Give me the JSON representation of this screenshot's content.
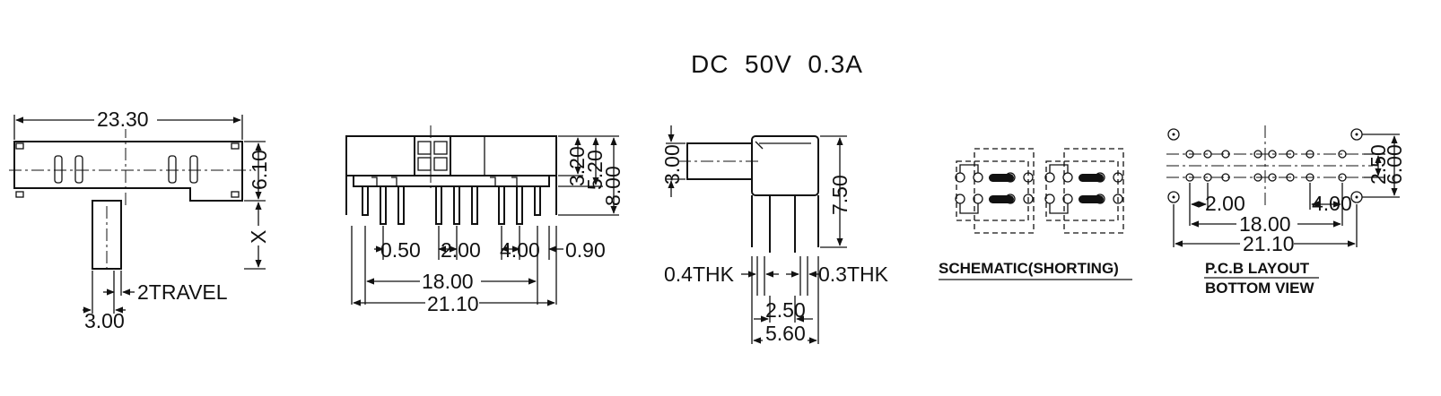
{
  "title": "DC  50V  0.3A",
  "view1": {
    "width": "23.30",
    "height": "6.10",
    "x": "X",
    "travel": "2TRAVEL",
    "actuator": "3.00"
  },
  "view2": {
    "pitch1": "0.50",
    "pitch2": "2.00",
    "pitch3": "4.00",
    "pitch4": "0.90",
    "span": "18.00",
    "overall": "21.10",
    "h1": "3.20",
    "h2": "5.20",
    "h3": "8.00"
  },
  "view3": {
    "actuator_h": "3.00",
    "body_h": "7.50",
    "thk_left": "0.4THK",
    "thk_right": "0.3THK",
    "pin_span": "2.50",
    "body_w": "5.60"
  },
  "view4": {
    "caption": "SCHEMATIC(SHORTING)"
  },
  "view5": {
    "caption1": "P.C.B LAYOUT",
    "caption2": "BOTTOM VIEW",
    "pitch_a": "2.00",
    "pitch_b": "4.00",
    "span": "18.00",
    "overall": "21.10",
    "h1": "2.50",
    "h2": "6.00"
  },
  "icons": [
    "arrow-icon",
    "pin-icon",
    "pad-icon",
    "contact-icon"
  ]
}
